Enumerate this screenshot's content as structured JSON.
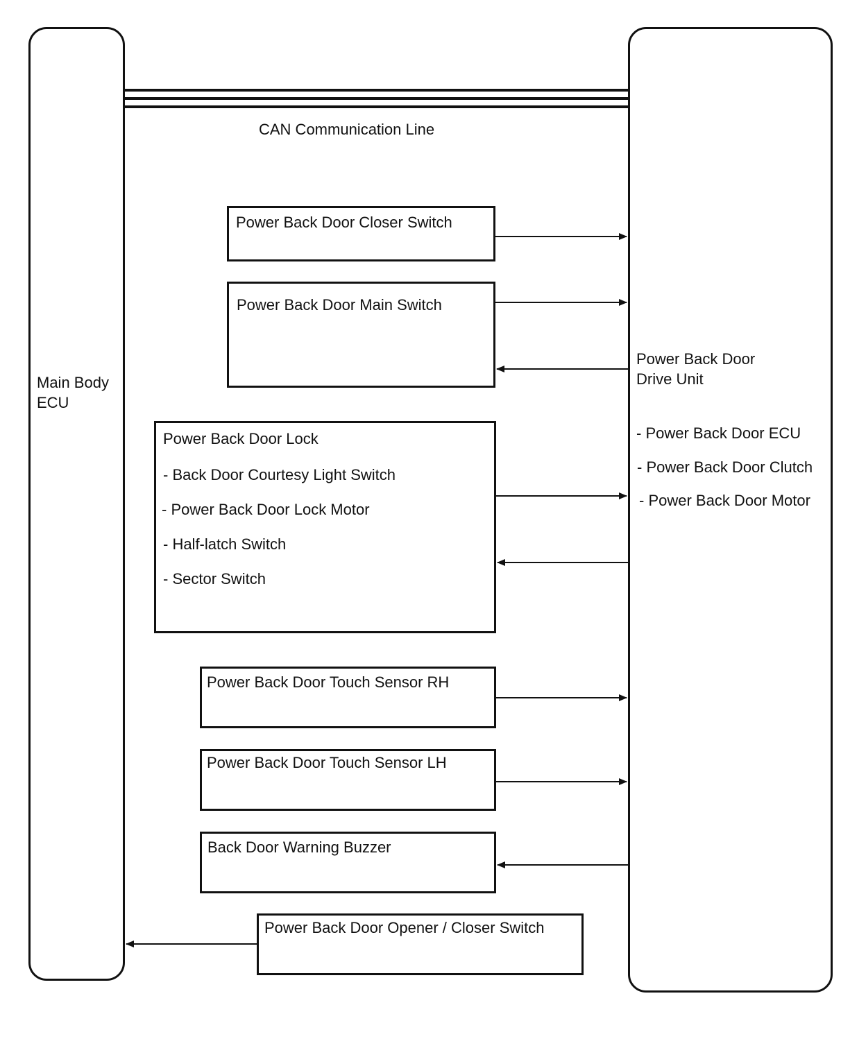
{
  "main_body_ecu": {
    "line1": "Main Body",
    "line2": "ECU"
  },
  "drive_unit": {
    "line1": "Power Back Door",
    "line2": "Drive Unit",
    "items": [
      "- Power Back Door ECU",
      "- Power Back Door Clutch",
      "- Power Back Door Motor"
    ]
  },
  "can_line": {
    "label": "CAN Communication Line"
  },
  "components": {
    "closer_switch": {
      "title": "Power Back Door Closer Switch"
    },
    "main_switch": {
      "title": "Power Back Door Main Switch"
    },
    "lock": {
      "title": "Power Back Door Lock",
      "items": [
        "- Back Door Courtesy Light Switch",
        "- Power Back Door Lock Motor",
        "- Half-latch Switch",
        "- Sector Switch"
      ]
    },
    "touch_rh": {
      "title": "Power Back Door Touch Sensor RH"
    },
    "touch_lh": {
      "title": "Power Back Door Touch Sensor LH"
    },
    "buzzer": {
      "title": "Back Door Warning Buzzer"
    },
    "opener_closer": {
      "title": "Power Back Door Opener / Closer Switch"
    }
  }
}
